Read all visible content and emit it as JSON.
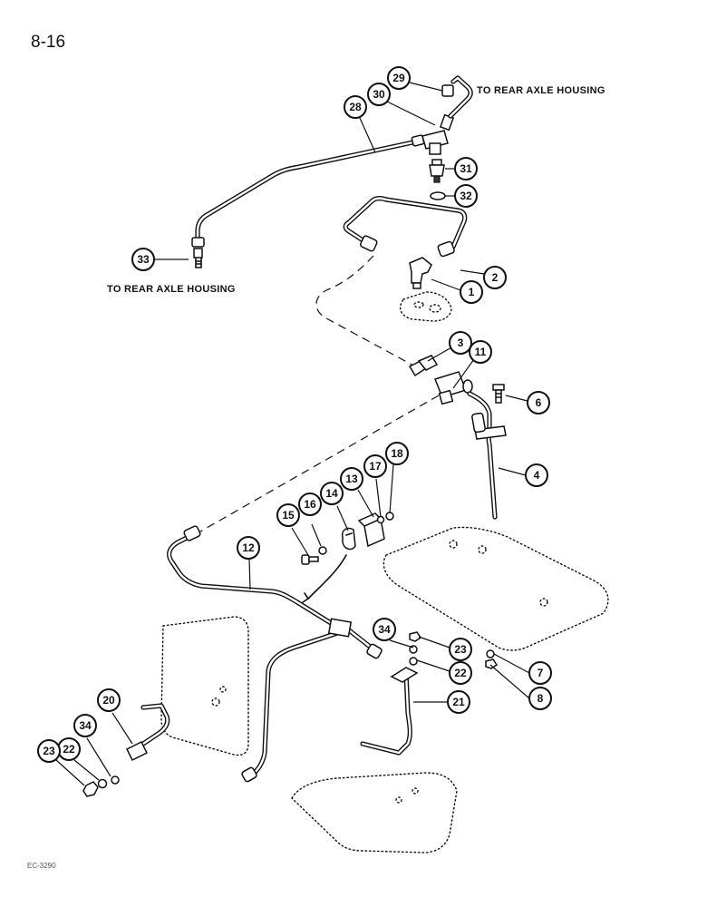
{
  "page": {
    "number": "8-16",
    "footer_code": "EC-3290"
  },
  "notes": {
    "to_rear_axle_top": "TO REAR AXLE HOUSING",
    "to_rear_axle_left": "TO REAR AXLE HOUSING"
  },
  "callouts": {
    "c1": "1",
    "c2": "2",
    "c3": "3",
    "c4": "4",
    "c6": "6",
    "c7": "7",
    "c8": "8",
    "c11": "11",
    "c12": "12",
    "c13": "13",
    "c14": "14",
    "c15": "15",
    "c16": "16",
    "c17": "17",
    "c18": "18",
    "c20": "20",
    "c21": "21",
    "c22a": "22",
    "c22b": "22",
    "c23a": "23",
    "c23b": "23",
    "c28": "28",
    "c29": "29",
    "c30": "30",
    "c31": "31",
    "c32": "32",
    "c33": "33",
    "c34a": "34",
    "c34b": "34"
  }
}
